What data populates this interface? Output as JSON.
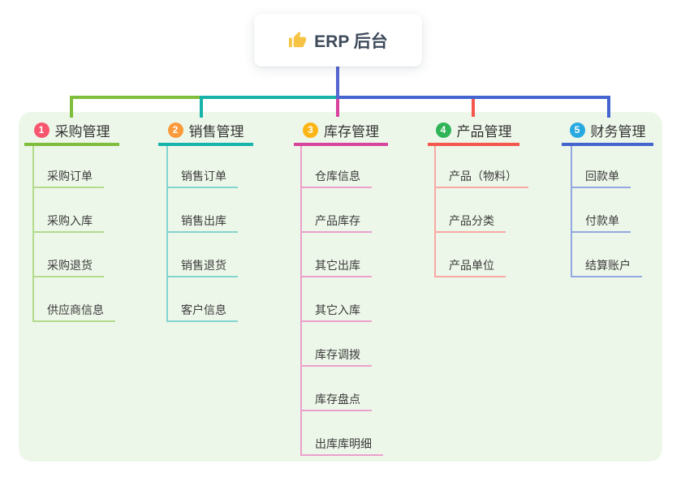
{
  "root": {
    "label": "ERP 后台",
    "icon": "thumbs-up-icon"
  },
  "colors": {
    "stem": "#5565d2",
    "panel_bg": "#edf7e9",
    "title_text": "#333333",
    "child_text": "#3b3b3b"
  },
  "branches": [
    {
      "badge": "1",
      "label": "采购管理",
      "badge_color": "#f8566e",
      "line_color": "#7fbe3c",
      "child_line_color": "#b2db8b",
      "children": [
        "采购订单",
        "采购入库",
        "采购退货",
        "供应商信息"
      ]
    },
    {
      "badge": "2",
      "label": "销售管理",
      "badge_color": "#fb9a3a",
      "line_color": "#17b3ab",
      "child_line_color": "#82d5cf",
      "children": [
        "销售订单",
        "销售出库",
        "销售退货",
        "客户信息"
      ]
    },
    {
      "badge": "3",
      "label": "库存管理",
      "badge_color": "#fdb515",
      "line_color": "#d8439e",
      "child_line_color": "#eba0cc",
      "children": [
        "仓库信息",
        "产品库存",
        "其它出库",
        "其它入库",
        "库存调拨",
        "库存盘点",
        "出库库明细"
      ]
    },
    {
      "badge": "4",
      "label": "产品管理",
      "badge_color": "#2fb558",
      "line_color": "#f4574e",
      "child_line_color": "#f8a8a3",
      "children": [
        "产品（物料）",
        "产品分类",
        "产品单位"
      ]
    },
    {
      "badge": "5",
      "label": "财务管理",
      "badge_color": "#29a9e1",
      "line_color": "#4465cf",
      "child_line_color": "#94a8e0",
      "children": [
        "回款单",
        "付款单",
        "结算账户"
      ]
    }
  ]
}
